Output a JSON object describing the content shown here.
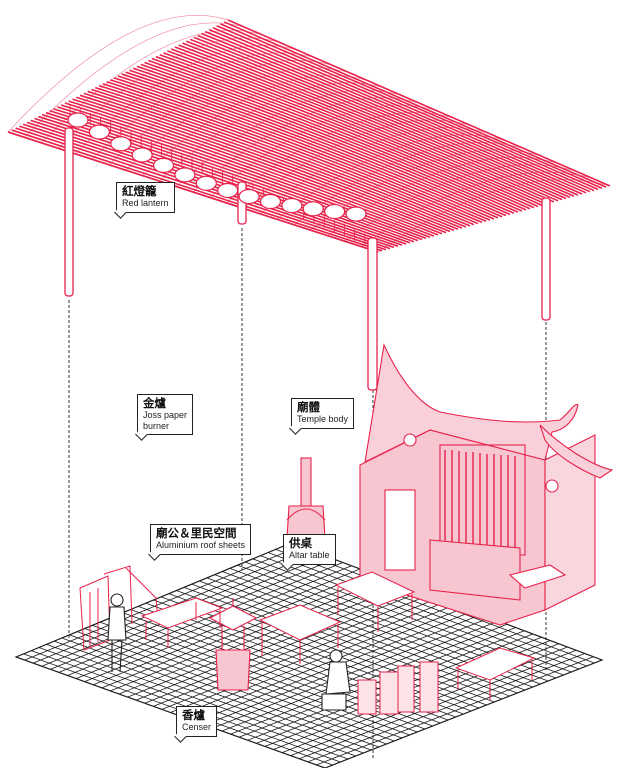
{
  "colors": {
    "accent": "#e8224a",
    "accent_fill": "#f7c6d0",
    "ink": "#222222",
    "grid": "#1a1a1a",
    "background": "#ffffff"
  },
  "labels": {
    "red_lantern": {
      "zh": "紅燈籠",
      "en": "Red lantern"
    },
    "joss_burner": {
      "zh": "金爐",
      "en_line1": "Joss paper",
      "en_line2": "burner"
    },
    "temple_body": {
      "zh": "廟體",
      "en": "Temple body"
    },
    "roof_sheets": {
      "zh": "廟公＆里民空間",
      "en": "Aluminium roof sheets"
    },
    "altar_table": {
      "zh": "供桌",
      "en": "Altar table"
    },
    "censer": {
      "zh": "香爐",
      "en": "Censer"
    }
  }
}
